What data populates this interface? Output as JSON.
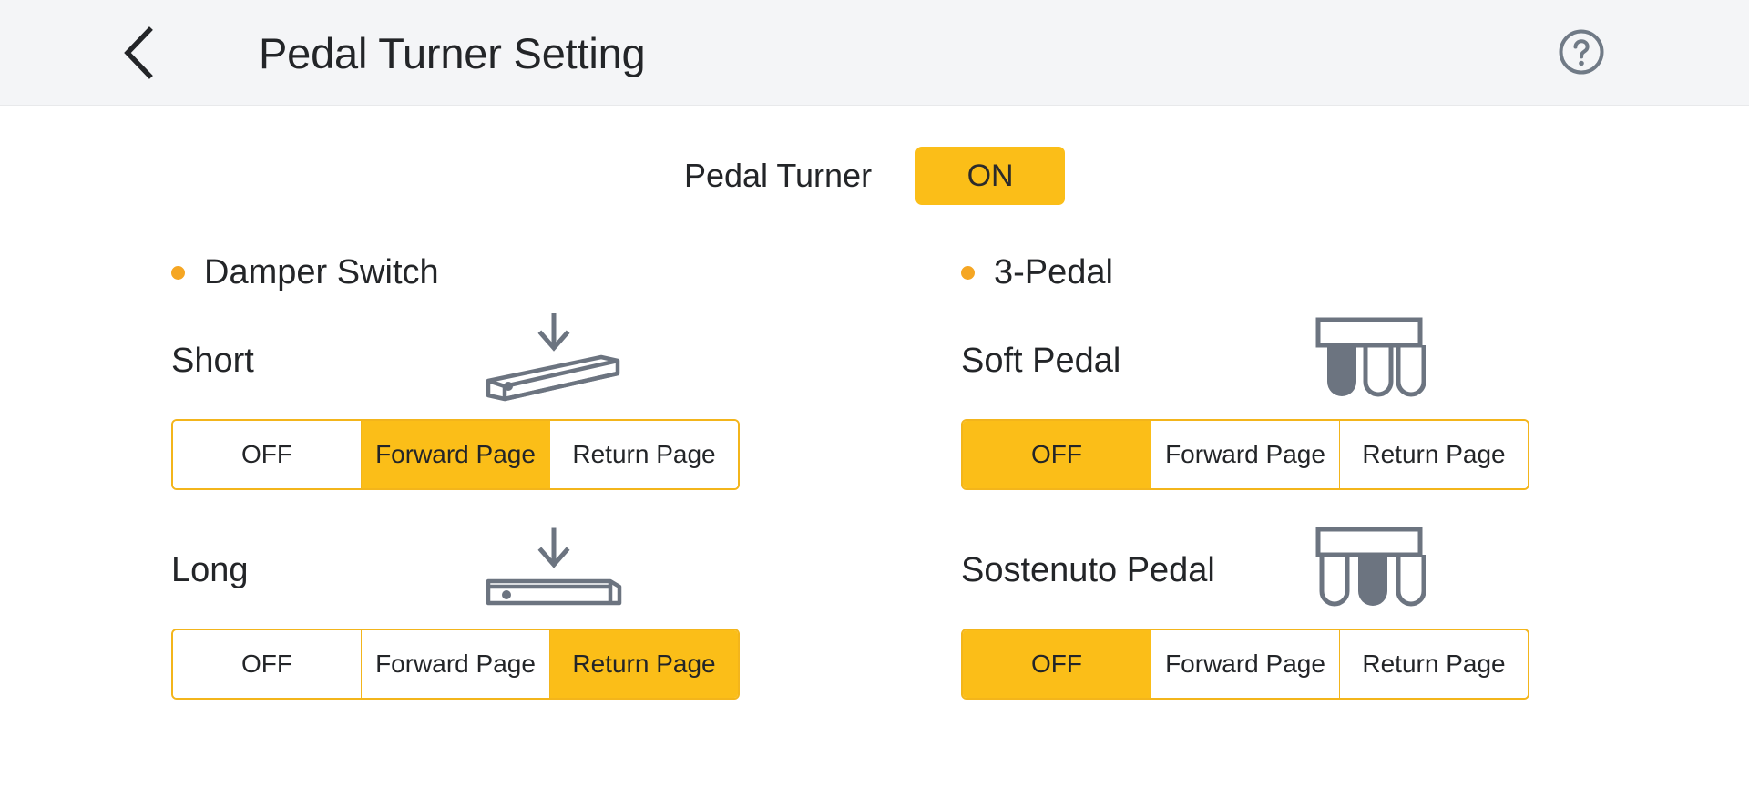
{
  "header": {
    "title": "Pedal Turner Setting",
    "back_icon": "chevron-left-icon",
    "help_icon": "help-circle-icon"
  },
  "master": {
    "label": "Pedal Turner",
    "toggle_value": "ON"
  },
  "colors": {
    "accent": "#FBBE18",
    "accent_border": "#F3B51B",
    "bullet": "#F5A623",
    "header_bg": "#F4F5F7",
    "text": "#232528",
    "icon_stroke": "#6C7480"
  },
  "options": [
    "OFF",
    "Forward Page",
    "Return Page"
  ],
  "groups": [
    {
      "title": "Damper Switch",
      "bullet_color": "#F5A623",
      "items": [
        {
          "name": "Short",
          "icon": "pedal-tilted-down-arrow-icon",
          "options": [
            "OFF",
            "Forward Page",
            "Return Page"
          ],
          "selected": "Forward Page"
        },
        {
          "name": "Long",
          "icon": "pedal-flat-down-arrow-icon",
          "options": [
            "OFF",
            "Forward Page",
            "Return Page"
          ],
          "selected": "Return Page"
        }
      ]
    },
    {
      "title": "3-Pedal",
      "bullet_color": "#F5A623",
      "items": [
        {
          "name": "Soft Pedal",
          "icon": "three-pedal-left-highlighted-icon",
          "options": [
            "OFF",
            "Forward Page",
            "Return Page"
          ],
          "selected": "OFF"
        },
        {
          "name": "Sostenuto Pedal",
          "icon": "three-pedal-middle-highlighted-icon",
          "options": [
            "OFF",
            "Forward Page",
            "Return Page"
          ],
          "selected": "OFF"
        }
      ]
    }
  ]
}
